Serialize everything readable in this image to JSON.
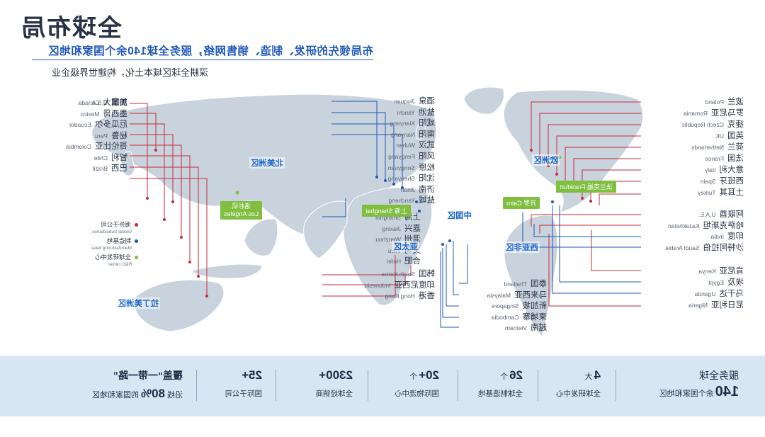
{
  "header": {
    "title": "全球布局",
    "subtitle": "布局领先的研发、制造、销售网络，服务全球140余个国家和地区",
    "tagline": "深耕全球区域本土化，构建世界级企业"
  },
  "colors": {
    "accent_blue": "#1f57b8",
    "subsidiary": "#c8283a",
    "manufacturing": "#1f57b8",
    "rnd": "#7fbe3f",
    "band": "#d8e6f3"
  },
  "legend": {
    "items": [
      {
        "zh": "海外子公司",
        "en": "Global Subsidiaries",
        "icon": "red-dot"
      },
      {
        "zh": "制造基地",
        "en": "Manufacturing base",
        "icon": "blue-dot"
      },
      {
        "zh": "全球研发中心",
        "en": "R&D center",
        "icon": "green-dot"
      }
    ]
  },
  "left_countries": [
    {
      "zh": "加拿大",
      "en": "Canada"
    },
    {
      "zh": "美国",
      "en": "U.S.A."
    },
    {
      "zh": "墨西哥",
      "en": "Mexico"
    },
    {
      "zh": "厄瓜多尔",
      "en": "Ecuador"
    },
    {
      "zh": "秘鲁",
      "en": "Peru"
    },
    {
      "zh": "哥伦比亚",
      "en": "Colombia"
    },
    {
      "zh": "智利",
      "en": "Chile"
    },
    {
      "zh": "巴西",
      "en": "Brazil"
    }
  ],
  "china_cities_top": [
    {
      "zh": "酒泉",
      "en": "Jiuquan"
    },
    {
      "zh": "盐池",
      "en": "Yanchi"
    },
    {
      "zh": "咸阳",
      "en": "Xianyang"
    },
    {
      "zh": "南阳",
      "en": "Nanyang"
    },
    {
      "zh": "武汉",
      "en": "Wuhan"
    },
    {
      "zh": "凤阳",
      "en": "Fengyang"
    },
    {
      "zh": "松原",
      "en": "Songyuan"
    },
    {
      "zh": "沈阳",
      "en": "Shenyang"
    },
    {
      "zh": "济南",
      "en": "Jinan"
    },
    {
      "zh": "盐城",
      "en": "Yancheng"
    }
  ],
  "china_cities_mid": [
    {
      "zh": "上海",
      "en": "Shanghai"
    },
    {
      "zh": "嘉兴",
      "en": "Jiaxing"
    },
    {
      "zh": "温州",
      "en": "Wenzhou"
    },
    {
      "zh": "义乌",
      "en": "Yiwu"
    },
    {
      "zh": "合肥",
      "en": "Hefei"
    }
  ],
  "asia_cities": [
    {
      "zh": "韩国",
      "en": "South Korea"
    },
    {
      "zh": "印度尼西亚",
      "en": "Indonesia"
    },
    {
      "zh": "香港",
      "en": "Hong Kong"
    }
  ],
  "sea_countries": [
    {
      "zh": "泰国",
      "en": "Thailand"
    },
    {
      "zh": "马来西亚",
      "en": "Malaysia"
    },
    {
      "zh": "新加坡",
      "en": "Singapore"
    },
    {
      "zh": "柬埔寨",
      "en": "Cambodia"
    },
    {
      "zh": "越南",
      "en": "Vietnam"
    }
  ],
  "right_countries": [
    {
      "zh": "波兰",
      "en": "Poland"
    },
    {
      "zh": "罗马尼亚",
      "en": "Romania"
    },
    {
      "zh": "捷克",
      "en": "Czech Republic"
    },
    {
      "zh": "英国",
      "en": "UK"
    },
    {
      "zh": "荷兰",
      "en": "Netherlands"
    },
    {
      "zh": "法国",
      "en": "France"
    },
    {
      "zh": "意大利",
      "en": "Italy"
    },
    {
      "zh": "西班牙",
      "en": "Spain"
    },
    {
      "zh": "土耳其",
      "en": "Turkey"
    }
  ],
  "me_countries": [
    {
      "zh": "阿联酋",
      "en": "U.A.E."
    },
    {
      "zh": "哈萨克斯坦",
      "en": "Kazakhstan"
    },
    {
      "zh": "印度",
      "en": "India"
    },
    {
      "zh": "沙特阿拉伯",
      "en": "Saudi Arabia"
    }
  ],
  "africa_countries": [
    {
      "zh": "肯尼亚",
      "en": "Kenya"
    },
    {
      "zh": "埃及",
      "en": "Egypt"
    },
    {
      "zh": "乌干达",
      "en": "Uganda"
    },
    {
      "zh": "尼日利亚",
      "en": "Nigeria"
    }
  ],
  "regions": {
    "north_america": "北美洲区",
    "latin_america": "拉丁美洲区",
    "europe": "欧洲区",
    "china": "中国区",
    "asia_pacific": "亚太区",
    "west_asia_africa": "西亚非区"
  },
  "rnd_centers": {
    "los_angeles_zh": "洛杉矶",
    "los_angeles_en": "Los Angeles",
    "shanghai_zh": "上海",
    "shanghai_en": "Shanghai",
    "frankfurt_zh": "法兰克福",
    "frankfurt_en": "Frankfurt",
    "cairo_zh": "开罗",
    "cairo_en": "Cairo"
  },
  "stats": [
    {
      "prefix": "服务全球",
      "value": "140",
      "unit": "",
      "caption": "余个国家和地区"
    },
    {
      "prefix": "",
      "value": "4",
      "unit": "大",
      "caption": "全球研发中心"
    },
    {
      "prefix": "",
      "value": "26",
      "unit": "个",
      "caption": "全球制造基地"
    },
    {
      "prefix": "",
      "value": "20+",
      "unit": "个",
      "caption": "国际物流中心"
    },
    {
      "prefix": "",
      "value": "2300+",
      "unit": "",
      "caption": "全球经销商"
    },
    {
      "prefix": "",
      "value": "25+",
      "unit": "",
      "caption": "国际子公司"
    },
    {
      "prefix": "",
      "value": "覆盖“一带一路”",
      "unit": "",
      "caption_a": "沿线",
      "caption_b": "80%",
      "caption_c": "的国家和地区"
    }
  ]
}
